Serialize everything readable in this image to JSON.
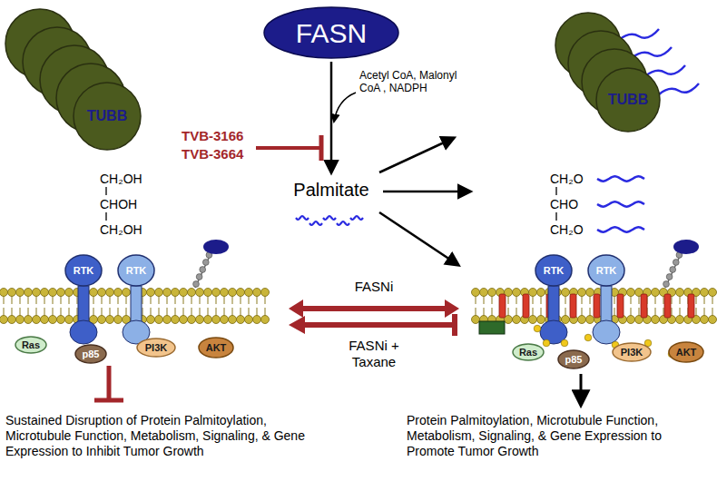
{
  "diagram": {
    "nodes": [
      {
        "text": [
          "TUBB"
        ]
      },
      {
        "text": [
          "FASN"
        ]
      },
      {
        "text": [
          "TUBB"
        ]
      },
      {
        "text": [
          "RTK"
        ]
      },
      {
        "text": [
          "RTK"
        ]
      },
      {
        "text": [
          "Ras"
        ]
      },
      {
        "text": [
          "p85"
        ]
      },
      {
        "text": [
          "PI3K"
        ]
      },
      {
        "text": [
          "AKT"
        ]
      },
      {
        "text": [
          "RTK"
        ]
      },
      {
        "text": [
          "RTK"
        ]
      },
      {
        "text": [
          "Ras"
        ]
      },
      {
        "text": [
          "p85"
        ]
      },
      {
        "text": [
          "PI3K"
        ]
      },
      {
        "text": [
          "AKT"
        ]
      }
    ],
    "labels": [
      "Acetyl CoA, Malonyl CoA , NADPH",
      "TVB-3166",
      "TVB-3664",
      "Palmitate",
      "CH₂OH",
      "CHOH",
      "CH₂OH",
      "CH₂O",
      "CHO",
      "CH₂O",
      "FASNi",
      "FASNi + Taxane",
      "Sustained Disruption of Protein Palmitoylation, Microtubule Function, Metabolism, Signaling, & Gene Expression to Inhibit Tumor Growth",
      "Protein Palmitoylation, Microtubule Function, Metabolism, Signaling, & Gene Expression to Promote Tumor Growth"
    ]
  }
}
